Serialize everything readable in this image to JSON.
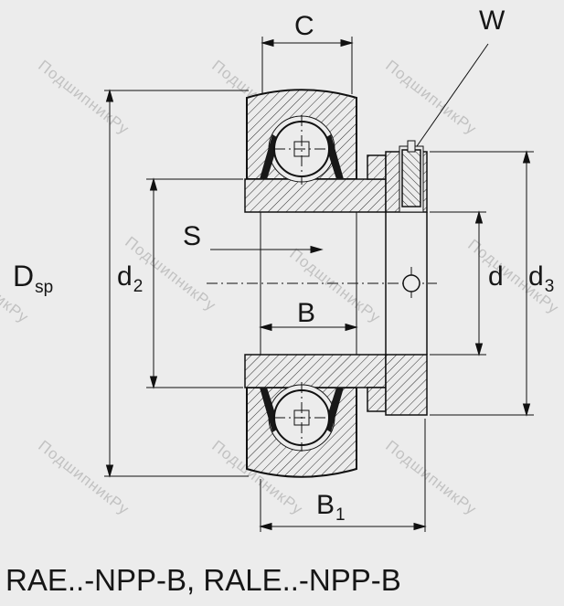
{
  "title": "RAE..-NPP-B, RALE..-NPP-B",
  "watermark": {
    "text": "ПодшипникРу"
  },
  "colors": {
    "background": "#ececec",
    "line": "#111111",
    "watermark": "#c2c2c2",
    "seal": "#181818"
  },
  "diagram": {
    "type": "technical-drawing",
    "subject": "radial insert ball bearing cross-section with eccentric locking collar, seals and set screw",
    "labels": {
      "C": "C",
      "W": "W",
      "S": "S",
      "B": "B",
      "B1_main": "B",
      "B1_sub": "1",
      "Dsp_main": "D",
      "Dsp_sub": "sp",
      "d2_main": "d",
      "d2_sub": "2",
      "d": "d",
      "d3_main": "d",
      "d3_sub": "3"
    }
  }
}
